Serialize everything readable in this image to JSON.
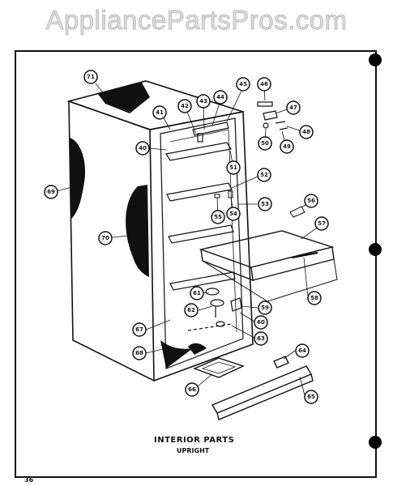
{
  "watermark": "AppliancePartsPros.com",
  "caption": {
    "title": "INTERIOR PARTS",
    "subtitle": "UPRIGHT"
  },
  "page_number": "36",
  "callouts": [
    "71",
    "41",
    "42",
    "43",
    "44",
    "45",
    "46",
    "47",
    "48",
    "49",
    "50",
    "40",
    "51",
    "52",
    "53",
    "54",
    "55",
    "56",
    "57",
    "58",
    "69",
    "70",
    "61",
    "62",
    "59",
    "60",
    "63",
    "67",
    "68",
    "64",
    "65",
    "66"
  ]
}
